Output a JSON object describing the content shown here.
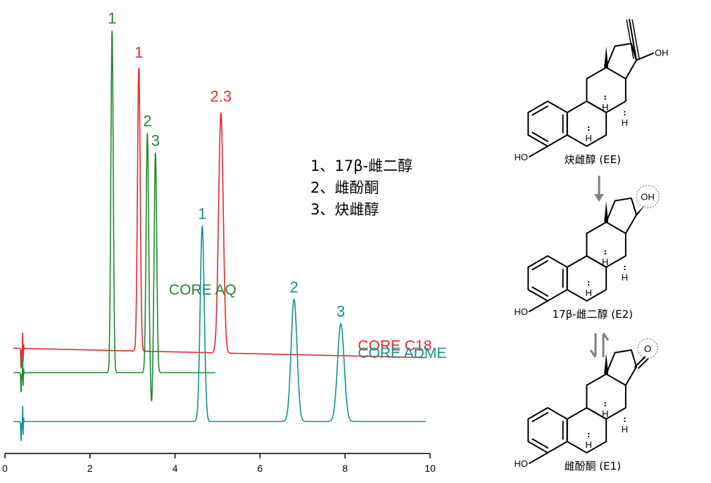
{
  "chart_data": {
    "type": "line",
    "xlim": [
      0,
      10
    ],
    "xticks": [
      "0",
      "2",
      "4",
      "6",
      "8",
      "10"
    ],
    "grid": false,
    "series": [
      {
        "name": "CORE C18",
        "color": "#e8262b",
        "baseline": 0.5,
        "x_end": 9.9,
        "peaks": [
          {
            "label": "1",
            "x": 3.15,
            "height": 5.8,
            "width": 0.032
          },
          {
            "label": "2.3",
            "x": 5.08,
            "height": 4.9,
            "width": 0.055
          }
        ]
      },
      {
        "name": "CORE AQ",
        "color": "#1e8a2e",
        "baseline": 0.0,
        "x_end": 4.95,
        "peaks": [
          {
            "label": "1",
            "x": 2.52,
            "height": 7.0,
            "width": 0.028
          },
          {
            "label": "2",
            "x": 3.35,
            "height": 4.9,
            "width": 0.03
          },
          {
            "label": "3",
            "x": 3.54,
            "height": 4.5,
            "width": 0.03
          }
        ]
      },
      {
        "name": "CORE ADME",
        "color": "#129291",
        "baseline": -1.0,
        "x_end": 9.9,
        "peaks": [
          {
            "label": "1",
            "x": 4.64,
            "height": 4.0,
            "width": 0.048
          },
          {
            "label": "2",
            "x": 6.8,
            "height": 2.5,
            "width": 0.07
          },
          {
            "label": "3",
            "x": 7.9,
            "height": 2.0,
            "width": 0.078
          }
        ]
      }
    ]
  },
  "legend": {
    "items": [
      "1、17β-雌二醇",
      "2、雌酚酮",
      "3、炔雌醇"
    ]
  },
  "molecules": [
    {
      "name": "炔雌醇 (EE)",
      "substituent": "OH",
      "ring_atom": "HO"
    },
    {
      "name": "17β-雌二醇 (E2)",
      "substituent": "OH",
      "ring_atom": "HO"
    },
    {
      "name": "雌酚酮 (E1)",
      "substituent": "O",
      "ring_atom": "HO"
    }
  ],
  "stereo_label": "H"
}
